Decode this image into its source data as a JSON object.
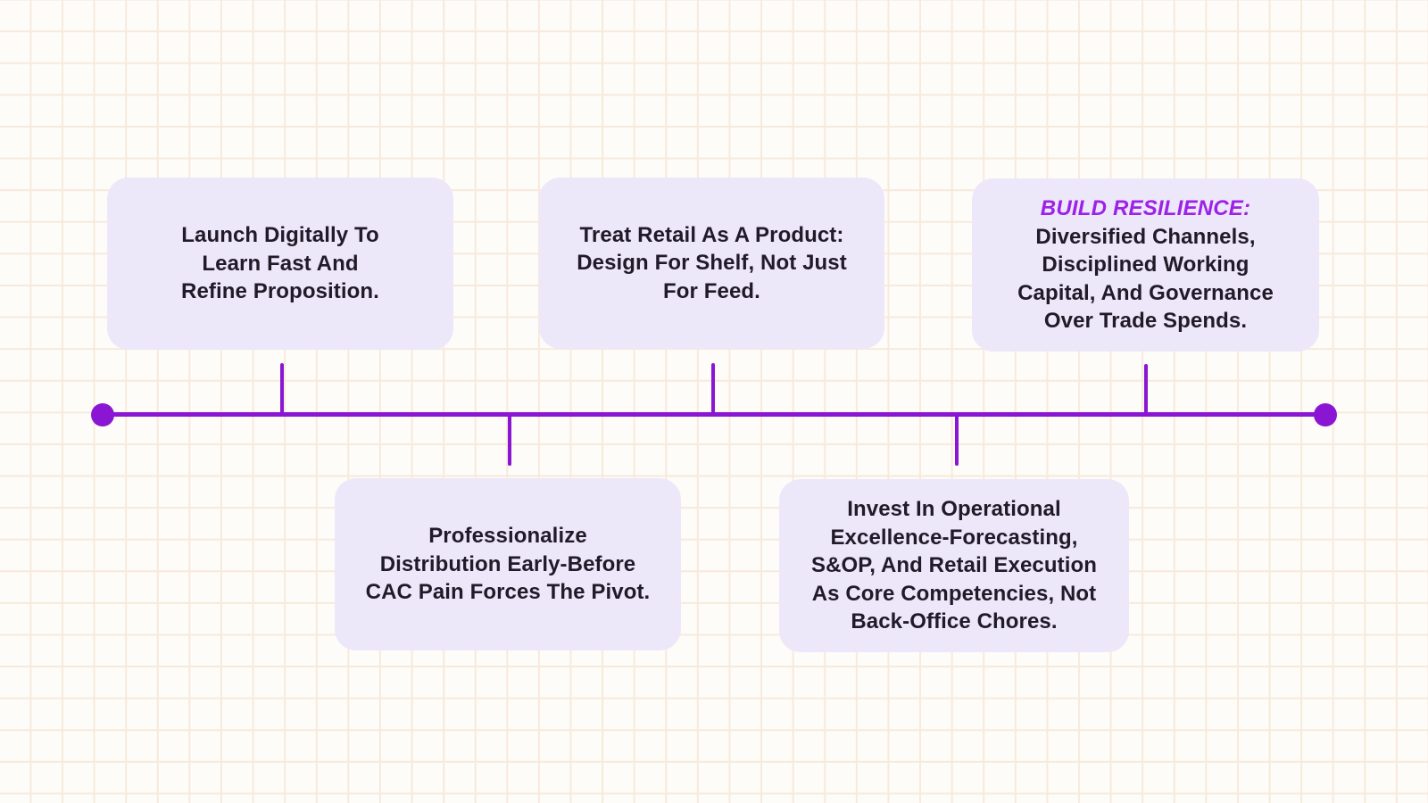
{
  "diagram": {
    "type": "horizontal-timeline",
    "orientation": "left-to-right",
    "node_count": 5
  },
  "colors": {
    "background": "#FDFCF8",
    "grid_line": "#F8E9DC",
    "card_bg": "#EDE7FA",
    "text_dark": "#211A28",
    "line_purple": "#8A16D4",
    "title_purple": "#9C22E8"
  },
  "cards": [
    {
      "position": "top",
      "lines": [
        "Launch Digitally To",
        "Learn Fast And",
        "Refine Proposition."
      ]
    },
    {
      "position": "top",
      "lines": [
        "Treat Retail As A Product:",
        "Design For Shelf, Not Just",
        "For Feed."
      ]
    },
    {
      "position": "top",
      "title": "BUILD RESILIENCE:",
      "lines": [
        "Diversified Channels,",
        "Disciplined Working",
        "Capital, And Governance",
        "Over Trade Spends."
      ]
    },
    {
      "position": "bottom",
      "lines": [
        "Professionalize",
        "Distribution Early-Before",
        "CAC Pain Forces The Pivot."
      ]
    },
    {
      "position": "bottom",
      "lines": [
        "Invest In Operational",
        "Excellence-Forecasting,",
        "S&OP, And Retail Execution",
        "As Core Competencies, Not",
        "Back-Office Chores."
      ]
    }
  ]
}
